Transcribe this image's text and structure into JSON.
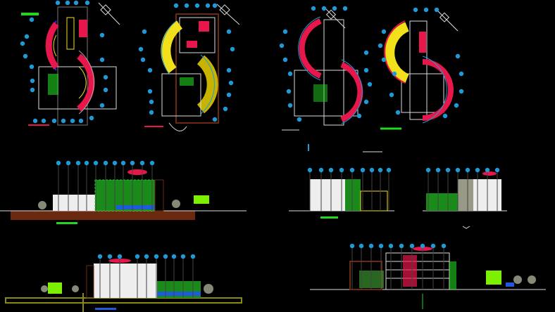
{
  "drawing": {
    "background": "#000000",
    "colors": {
      "grid_bubble": "#1e9bd7",
      "wall": "#e8e8e8",
      "rooms": "#e8174b",
      "furniture": "#22d622",
      "auditorium": "#f2e01a",
      "ground": "#6b2a10",
      "trees": "#7cf000"
    },
    "views": [
      "floor-plan-1",
      "floor-plan-2",
      "floor-plan-3",
      "floor-plan-4",
      "elevation-front",
      "elevation-rear",
      "elevation-side-1",
      "elevation-side-2",
      "section"
    ]
  }
}
